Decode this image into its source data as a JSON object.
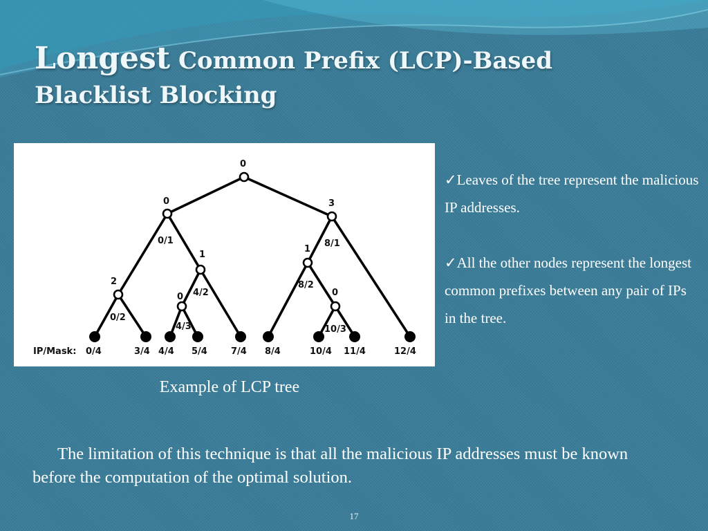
{
  "slide": {
    "title_big": "Longest",
    "title_rest": " Common Prefix (LCP)-Based",
    "title_line2": "Blacklist Blocking",
    "caption": "Example of LCP tree",
    "bullets": [
      "✓Leaves of the tree represent the malicious IP addresses.",
      "✓All the other nodes represent the longest common prefixes between any pair of IPs in the tree."
    ],
    "limitation": "The limitation of this technique is that all the malicious IP addresses must be known before the computation of the optimal solution.",
    "page_number": "17"
  },
  "tree": {
    "ip_mask_label": "IP/Mask:",
    "internal_nodes": [
      {
        "id": "root",
        "value": "0"
      },
      {
        "id": "n01",
        "value": "0",
        "edge_label": "0/1"
      },
      {
        "id": "n81",
        "value": "3",
        "edge_label": "8/1"
      },
      {
        "id": "n02",
        "value": "2",
        "edge_label": "0/2"
      },
      {
        "id": "n42",
        "value": "1",
        "edge_label": "4/2"
      },
      {
        "id": "n43",
        "value": "0",
        "edge_label": "4/3"
      },
      {
        "id": "n82",
        "value": "1",
        "edge_label": "8/2"
      },
      {
        "id": "n103",
        "value": "0",
        "edge_label": "10/3"
      }
    ],
    "leaves": [
      "0/4",
      "3/4",
      "4/4",
      "5/4",
      "7/4",
      "8/4",
      "10/4",
      "11/4",
      "12/4"
    ]
  }
}
